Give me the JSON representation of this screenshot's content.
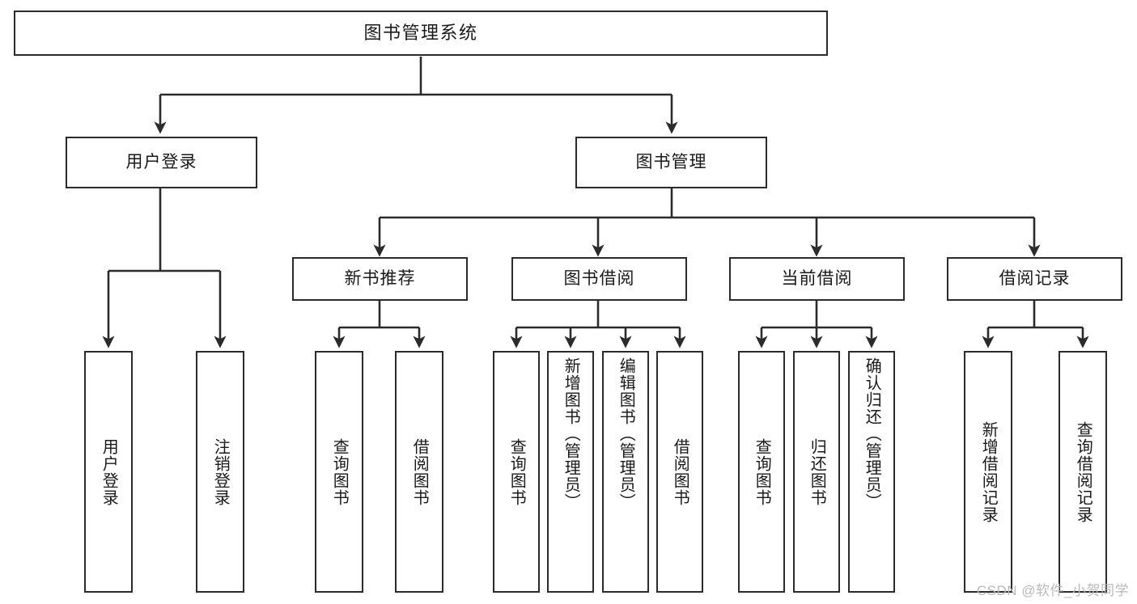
{
  "diagram": {
    "title": "图书管理系统",
    "type": "tree",
    "watermark": "CSDN @软件_小贺同学",
    "style": {
      "box_fill": "#ffffff",
      "box_stroke": "#2b2b2b",
      "text_color": "#1a1a1a",
      "watermark_color": "#b9b9b9"
    },
    "nodes": {
      "root": {
        "label": "图书管理系统"
      },
      "level2": [
        {
          "id": "user-login",
          "label": "用户登录"
        },
        {
          "id": "book-manage",
          "label": "图书管理"
        }
      ],
      "level3": [
        {
          "id": "new-book-recommend",
          "label": "新书推荐"
        },
        {
          "id": "book-borrow",
          "label": "图书借阅"
        },
        {
          "id": "current-borrow",
          "label": "当前借阅"
        },
        {
          "id": "borrow-record",
          "label": "借阅记录"
        }
      ],
      "leaves": {
        "user-login": [
          {
            "id": "leaf-user-login",
            "label": "用户登录"
          },
          {
            "id": "leaf-logout-login",
            "label": "注销登录"
          }
        ],
        "new-book-recommend": [
          {
            "id": "leaf-query-book-1",
            "label": "查询图书"
          },
          {
            "id": "leaf-borrow-book-1",
            "label": "借阅图书"
          }
        ],
        "book-borrow": [
          {
            "id": "leaf-query-book-2",
            "label": "查询图书"
          },
          {
            "id": "leaf-add-book",
            "label": "新增图书（管理员）"
          },
          {
            "id": "leaf-edit-book",
            "label": "编辑图书（管理员）"
          },
          {
            "id": "leaf-borrow-book-2",
            "label": "借阅图书"
          }
        ],
        "current-borrow": [
          {
            "id": "leaf-query-book-3",
            "label": "查询图书"
          },
          {
            "id": "leaf-return-book",
            "label": "归还图书"
          },
          {
            "id": "leaf-confirm-return",
            "label": "确认归还（管理员）"
          }
        ],
        "borrow-record": [
          {
            "id": "leaf-add-record",
            "label": "新增借阅记录"
          },
          {
            "id": "leaf-query-record",
            "label": "查询借阅记录"
          }
        ]
      }
    }
  }
}
